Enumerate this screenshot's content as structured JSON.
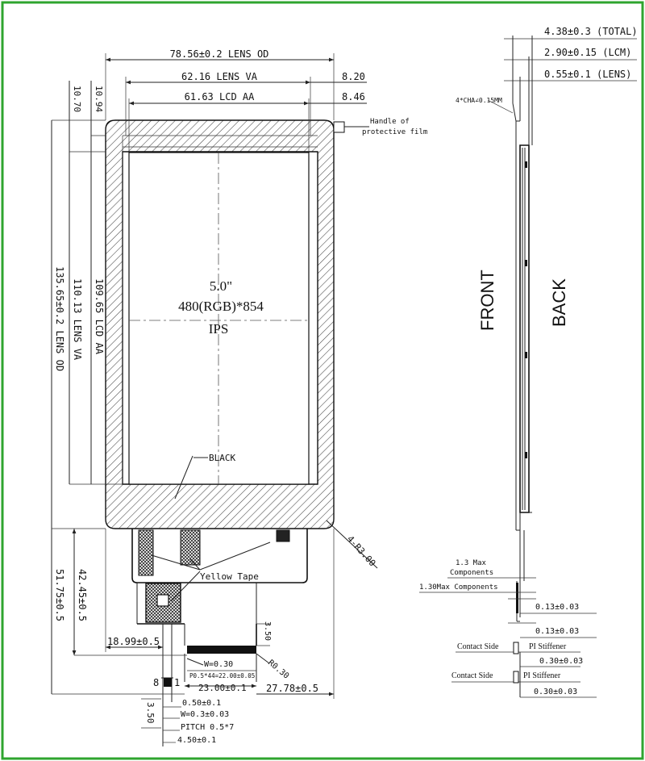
{
  "front_view": {
    "dims": {
      "lens_od_width": "78.56±0.2 LENS OD",
      "lens_va_width": "62.16 LENS VA",
      "lcd_aa_width": "61.63 LCD AA",
      "right_offset_va": "8.20",
      "right_offset_aa": "8.46",
      "top_offset_1": "10.94",
      "top_offset_2": "10.70",
      "height_lens_od": "135.65±0.2 LENS OD",
      "height_lens_va": "110.13 LENS VA",
      "height_lcd_aa": "109.65 LCD AA",
      "fpc_total": "51.75±0.5",
      "fpc_mid": "42.45±0.5",
      "fpc_left_offset": "18.99±0.5",
      "fpc_tail_height": "3.50",
      "connector_w": "W=0.30",
      "pitch_note": "P0.5*44=22.00±0.05",
      "connector_radius": "R0.30",
      "connector_width": "23.00±0.1",
      "right_edge": "27.78±0.5",
      "corner_radius": "4-R3.00"
    },
    "callouts": {
      "handle": "Handle of",
      "handle_2": "protective film",
      "black": "BLACK",
      "yellow_tape": "Yellow Tape"
    },
    "screen": {
      "size": "5.0\"",
      "resolution": "480(RGB)*854",
      "type": "IPS"
    },
    "pin_detail": {
      "pin_last": "8",
      "pin_first": "1",
      "tail_height": "3.50",
      "w1": "0.50±0.1",
      "w2": "W=0.3±0.03",
      "pitch": "PITCH 0.5*7",
      "width": "4.50±0.1"
    }
  },
  "side_view": {
    "dims": {
      "total": "4.38±0.3 (TOTAL)",
      "lcm": "2.90±0.15 (LCM)",
      "lens": "0.55±0.1 (LENS)",
      "chamfer": "4*CHA∠0.15MM",
      "components_1": "1.3 Max",
      "components_1b": "Components",
      "components_2": "1.30Max Components",
      "t1": "0.13±0.03",
      "t2": "0.13±0.03",
      "t3": "0.30±0.03",
      "t4": "0.30±0.03"
    },
    "labels": {
      "front": "FRONT",
      "back": "BACK",
      "contact_side_1": "Contact Side",
      "stiffener_1": "PI Stiffener",
      "contact_side_2": "Contact Side",
      "stiffener_2": "PI Stiffener"
    }
  },
  "colors": {
    "border": "#2fa52f",
    "line": "#222222"
  }
}
